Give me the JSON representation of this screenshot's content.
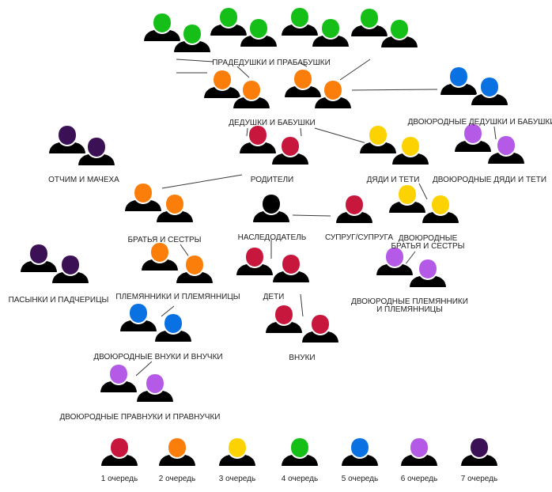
{
  "colors": {
    "queue_1": "#c8173c",
    "queue_2": "#fc7e0a",
    "queue_3": "#fcd200",
    "queue_4": "#15bf17",
    "queue_5": "#0a71e3",
    "queue_6": "#b45ae6",
    "queue_7": "#3c1055",
    "heir": "#000000",
    "body": "#000000",
    "line": "#3a3a3a",
    "text": "#222222"
  },
  "people_icon": "person-silhouette-icon",
  "groups": {
    "great_grandparents": {
      "label": "ПРАДЕДУШКИ И ПРАБАБУШКИ",
      "queue": 4
    },
    "grandparents": {
      "label": "ДЕДУШКИ И БАБУШКИ",
      "queue": 2
    },
    "cousin_grandparents": {
      "label": "ДВОЮРОДНЫЕ ДЕДУШКИ И БАБУШКИ",
      "queue": 5
    },
    "stepparents": {
      "label": "ОТЧИМ И МАЧЕХА",
      "queue": 7
    },
    "parents": {
      "label": "РОДИТЕЛИ",
      "queue": 1
    },
    "uncles_aunts": {
      "label": "ДЯДИ И ТЕТИ",
      "queue": 3
    },
    "cousin_uncles_aunts": {
      "label": "ДВОЮРОДНЫЕ ДЯДИ И ТЕТИ",
      "queue": 6
    },
    "siblings": {
      "label": "БРАТЬЯ И СЕСТРЫ",
      "queue": 2
    },
    "heir": {
      "label": "НАСЛЕДОДАТЕЛЬ",
      "queue": 0
    },
    "spouse": {
      "label": "СУПРУГ/СУПРУГА",
      "queue": 1
    },
    "cousins": {
      "label_line1": "ДВОЮРОДНЫЕ",
      "label_line2": "БРАТЬЯ И СЕСТРЫ",
      "queue": 3
    },
    "stepchildren": {
      "label": "ПАСЫНКИ И ПАДЧЕРИЦЫ",
      "queue": 7
    },
    "nephews_nieces": {
      "label": "ПЛЕМЯННИКИ И ПЛЕМЯННИЦЫ",
      "queue": 2
    },
    "children": {
      "label": "ДЕТИ",
      "queue": 1
    },
    "cousin_nephews": {
      "label_line1": "ДВОЮРОДНЫЕ ПЛЕМЯННИКИ",
      "label_line2": "И ПЛЕМЯННИЦЫ",
      "queue": 6
    },
    "cousin_grandchildren": {
      "label": "ДВОЮРОДНЫЕ ВНУКИ И ВНУЧКИ",
      "queue": 5
    },
    "grandchildren": {
      "label": "ВНУКИ",
      "queue": 1
    },
    "cousin_great_grandchildren": {
      "label": "ДВОЮРОДНЫЕ ПРАВНУКИ И ПРАВНУЧКИ",
      "queue": 6
    }
  },
  "legend": [
    {
      "label": "1 очередь",
      "queue": 1
    },
    {
      "label": "2 очередь",
      "queue": 2
    },
    {
      "label": "3 очередь",
      "queue": 3
    },
    {
      "label": "4 очередь",
      "queue": 4
    },
    {
      "label": "5 очередь",
      "queue": 5
    },
    {
      "label": "6 очередь",
      "queue": 6
    },
    {
      "label": "7 очередь",
      "queue": 7
    }
  ]
}
